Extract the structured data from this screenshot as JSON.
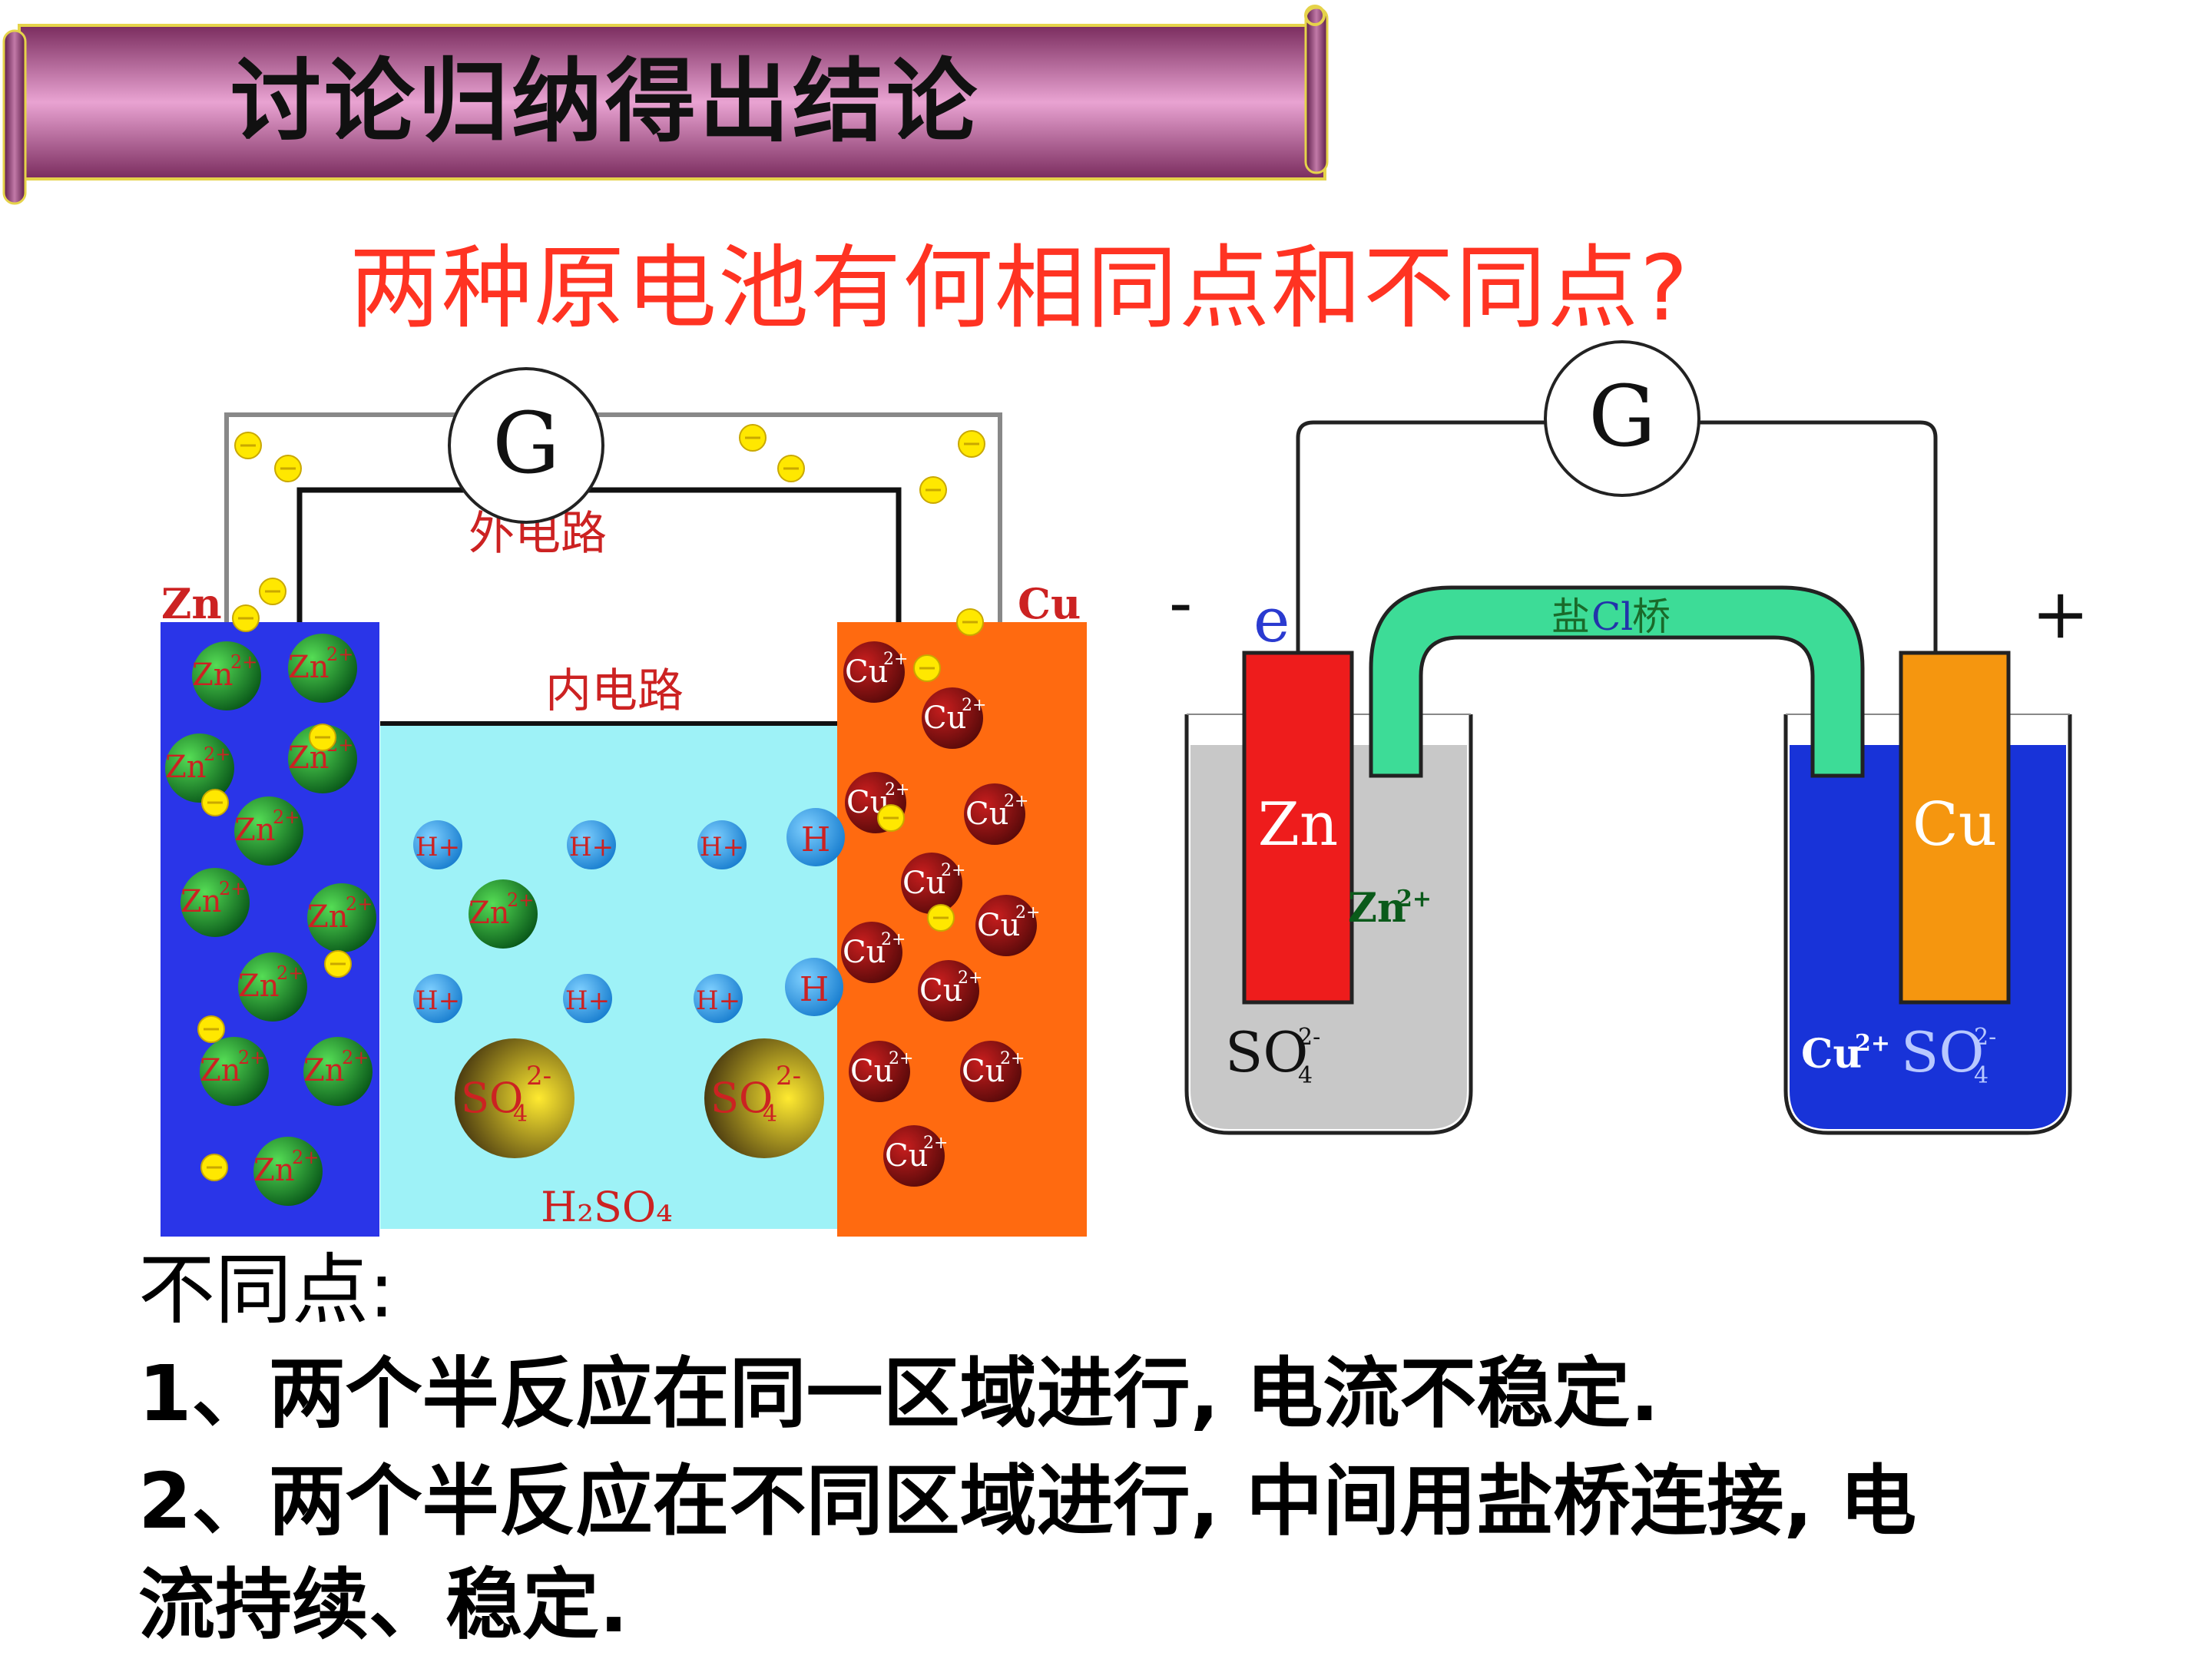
{
  "title": "讨论归纳得出结论",
  "question": "两种原电池有何相同点和不同点?",
  "left_cell": {
    "galvanometer": "G",
    "external_circuit": "外电路",
    "internal_circuit": "内电路",
    "anode": "Zn",
    "cathode": "Cu",
    "zn_ion": "Zn",
    "cu_ion": "Cu",
    "ion_charge": "2+",
    "h_ion": "H",
    "h_plus": "H+",
    "sulfate_left": "SO",
    "sulfate_sub": "4",
    "sulfate_sup": "2-",
    "solution": "H₂SO₄",
    "colors": {
      "zn_region": "#2a35e8",
      "electrolyte": "#9ef2f7",
      "cu_region": "#ff6a10",
      "electron": "#ffe800"
    }
  },
  "right_cell": {
    "galvanometer": "G",
    "negative": "-",
    "positive": "+",
    "electron": "e",
    "salt_bridge_a": "盐",
    "salt_bridge_b": "Cl",
    "salt_bridge_c": "桥",
    "anode": "Zn",
    "cathode": "Cu",
    "zn_ion": "Zn",
    "zn_ion_charge": "2+",
    "sulfate": "SO",
    "sulfate_sub": "4",
    "sulfate_sup": "2-",
    "cu_ion": "Cu",
    "cu_ion_charge": "2+",
    "colors": {
      "zn_electrode": "#ee1c1c",
      "cu_electrode": "#f5960f",
      "bridge": "#3ddc97",
      "left_solution": "#c8c8c8",
      "right_solution": "#1833d8"
    }
  },
  "differences": {
    "heading": "不同点:",
    "point1": "1、两个半反应在同一区域进行, 电流不稳定.",
    "point2": "2、两个半反应在不同区域进行, 中间用盐桥连接, 电",
    "point2_cont": "流持续、稳定."
  }
}
